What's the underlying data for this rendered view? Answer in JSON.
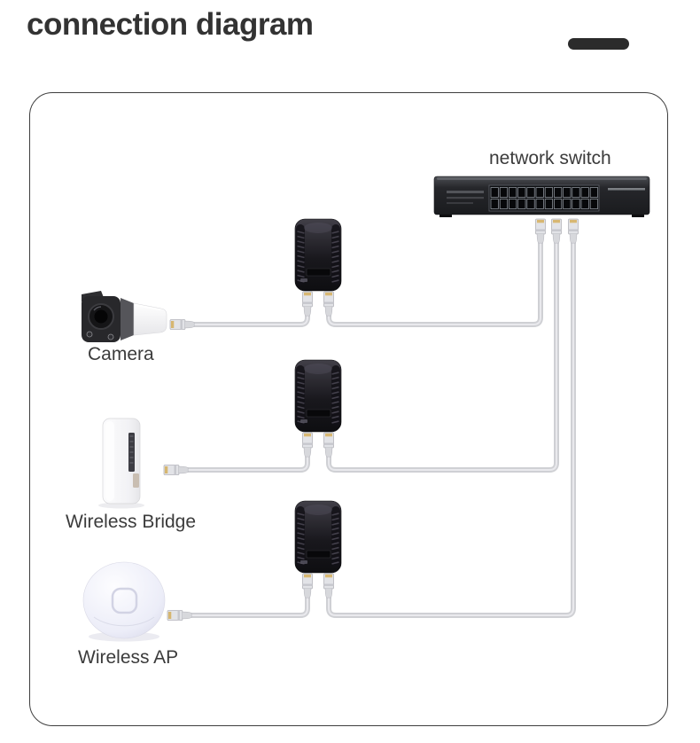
{
  "header": {
    "title": "connection diagram"
  },
  "diagram": {
    "switch_label": "network switch",
    "switch_ports_visible": 24,
    "devices": [
      {
        "id": "camera",
        "label": "Camera"
      },
      {
        "id": "wireless-bridge",
        "label": "Wireless Bridge"
      },
      {
        "id": "wireless-ap",
        "label": "Wireless AP"
      }
    ],
    "poe_injectors_count": 3,
    "connections": [
      {
        "from": "Camera",
        "via": "PoE injector",
        "to": "network switch"
      },
      {
        "from": "Wireless Bridge",
        "via": "PoE injector",
        "to": "network switch"
      },
      {
        "from": "Wireless AP",
        "via": "PoE injector",
        "to": "network switch"
      }
    ]
  },
  "colors": {
    "title": "#333333",
    "label": "#3b3b3b",
    "pill": "#2b2b2b",
    "frame_border": "#3e3e3e",
    "cable": "#cfd0d4",
    "device_black": "#1c1c20",
    "background": "#ffffff"
  }
}
